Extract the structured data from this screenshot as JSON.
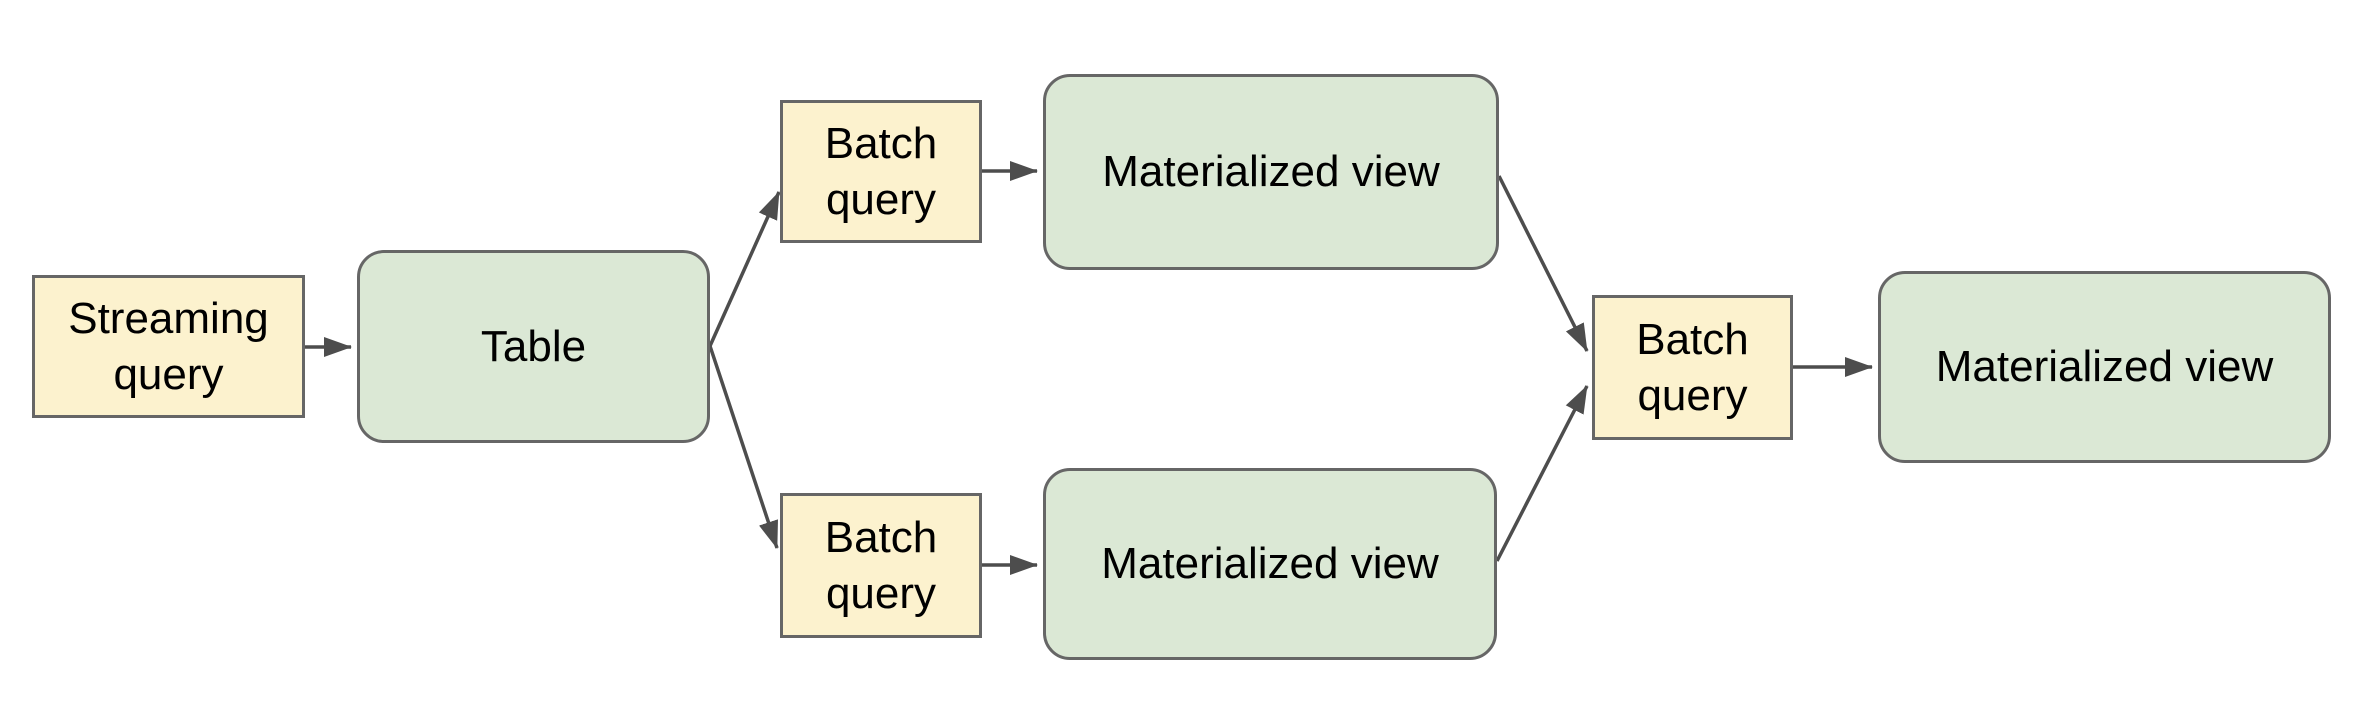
{
  "diagram": {
    "colors": {
      "background_color": "#ffffff",
      "query_node_fill": "#FCF2CE",
      "table_node_fill": "#DBE8D5",
      "node_border": "#666666",
      "connector": "#4D4D4D",
      "label_text": "#000000"
    },
    "nodes": [
      {
        "id": "streaming-query",
        "label": "Streaming query",
        "fill": "yellow"
      },
      {
        "id": "table",
        "label": "Table",
        "fill": "green"
      },
      {
        "id": "batch-query-top",
        "label": "Batch query",
        "fill": "yellow"
      },
      {
        "id": "materialized-view-top",
        "label": "Materialized view",
        "fill": "green"
      },
      {
        "id": "batch-query-bottom",
        "label": "Batch query",
        "fill": "yellow"
      },
      {
        "id": "materialized-view-bottom",
        "label": "Materialized view",
        "fill": "green"
      },
      {
        "id": "batch-query-right",
        "label": "Batch query",
        "fill": "yellow"
      },
      {
        "id": "materialized-view-right",
        "label": "Materialized view",
        "fill": "green"
      }
    ],
    "edges": [
      {
        "from": "streaming-query",
        "to": "table"
      },
      {
        "from": "table",
        "to": "batch-query-top"
      },
      {
        "from": "table",
        "to": "batch-query-bottom"
      },
      {
        "from": "batch-query-top",
        "to": "materialized-view-top"
      },
      {
        "from": "batch-query-bottom",
        "to": "materialized-view-bottom"
      },
      {
        "from": "materialized-view-top",
        "to": "batch-query-right"
      },
      {
        "from": "materialized-view-bottom",
        "to": "batch-query-right"
      },
      {
        "from": "batch-query-right",
        "to": "materialized-view-right"
      }
    ]
  }
}
